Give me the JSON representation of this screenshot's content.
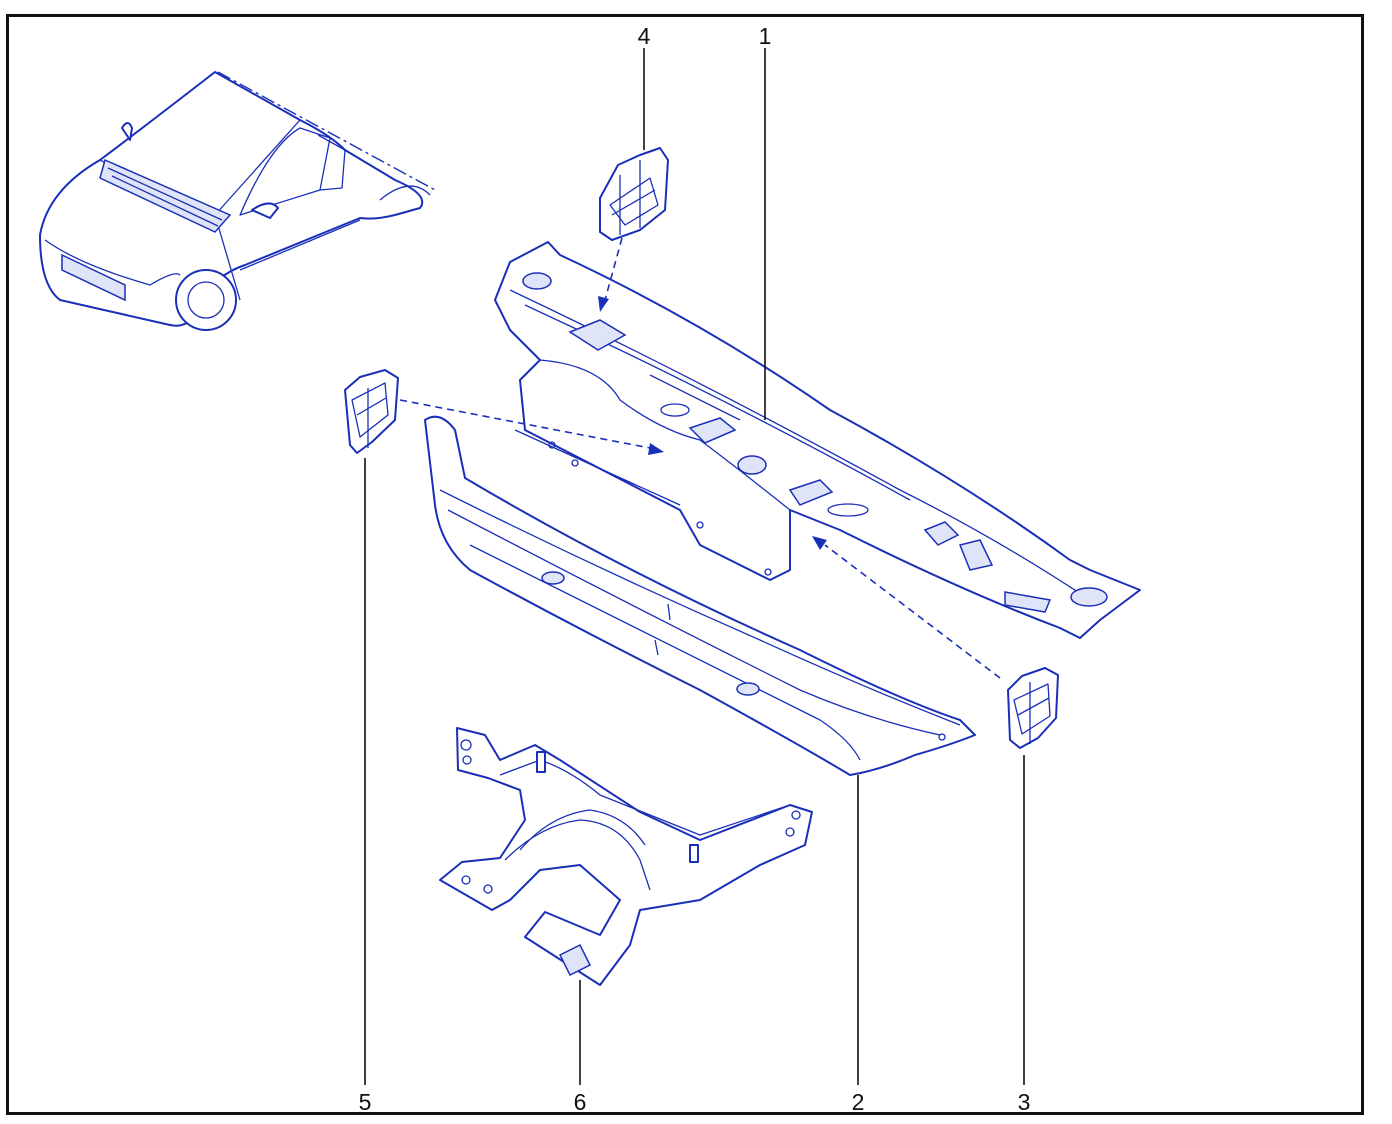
{
  "callouts": [
    {
      "id": "1",
      "label": "1"
    },
    {
      "id": "2",
      "label": "2"
    },
    {
      "id": "3",
      "label": "3"
    },
    {
      "id": "4",
      "label": "4"
    },
    {
      "id": "5",
      "label": "5"
    },
    {
      "id": "6",
      "label": "6"
    }
  ],
  "colors": {
    "line": "#1a2fb8",
    "frame": "#111111"
  }
}
